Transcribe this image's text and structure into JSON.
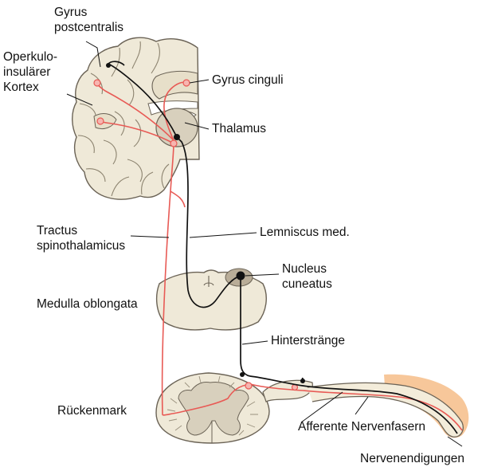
{
  "labels": {
    "gyrus_postcentralis": [
      "Gyrus",
      "postcentralis"
    ],
    "operkulo_insulaerer_kortex": [
      "Operkulo-",
      "insulärer",
      "Kortex"
    ],
    "gyrus_cinguli": "Gyrus cinguli",
    "thalamus": "Thalamus",
    "tractus_spinothalamicus": [
      "Tractus",
      "spinothalamicus"
    ],
    "lemniscus_med": "Lemniscus med.",
    "nucleus_cuneatus": [
      "Nucleus",
      "cuneatus"
    ],
    "medulla_oblongata": "Medulla oblongata",
    "hinterstraenge": "Hinterstränge",
    "rueckenmark": "Rückenmark",
    "afferente_nervenfasern": "Afferente Nervenfasern",
    "nervenendigungen": "Nervenendigungen"
  },
  "colors": {
    "tissue": "#efe9d8",
    "tissue_outline": "#6b6356",
    "grey_matter": "#d8d0bd",
    "pain_pathway": "#e85a55",
    "touch_pathway": "#111111",
    "nucleus": "#b9ad98",
    "skin": "#f7c79a"
  }
}
